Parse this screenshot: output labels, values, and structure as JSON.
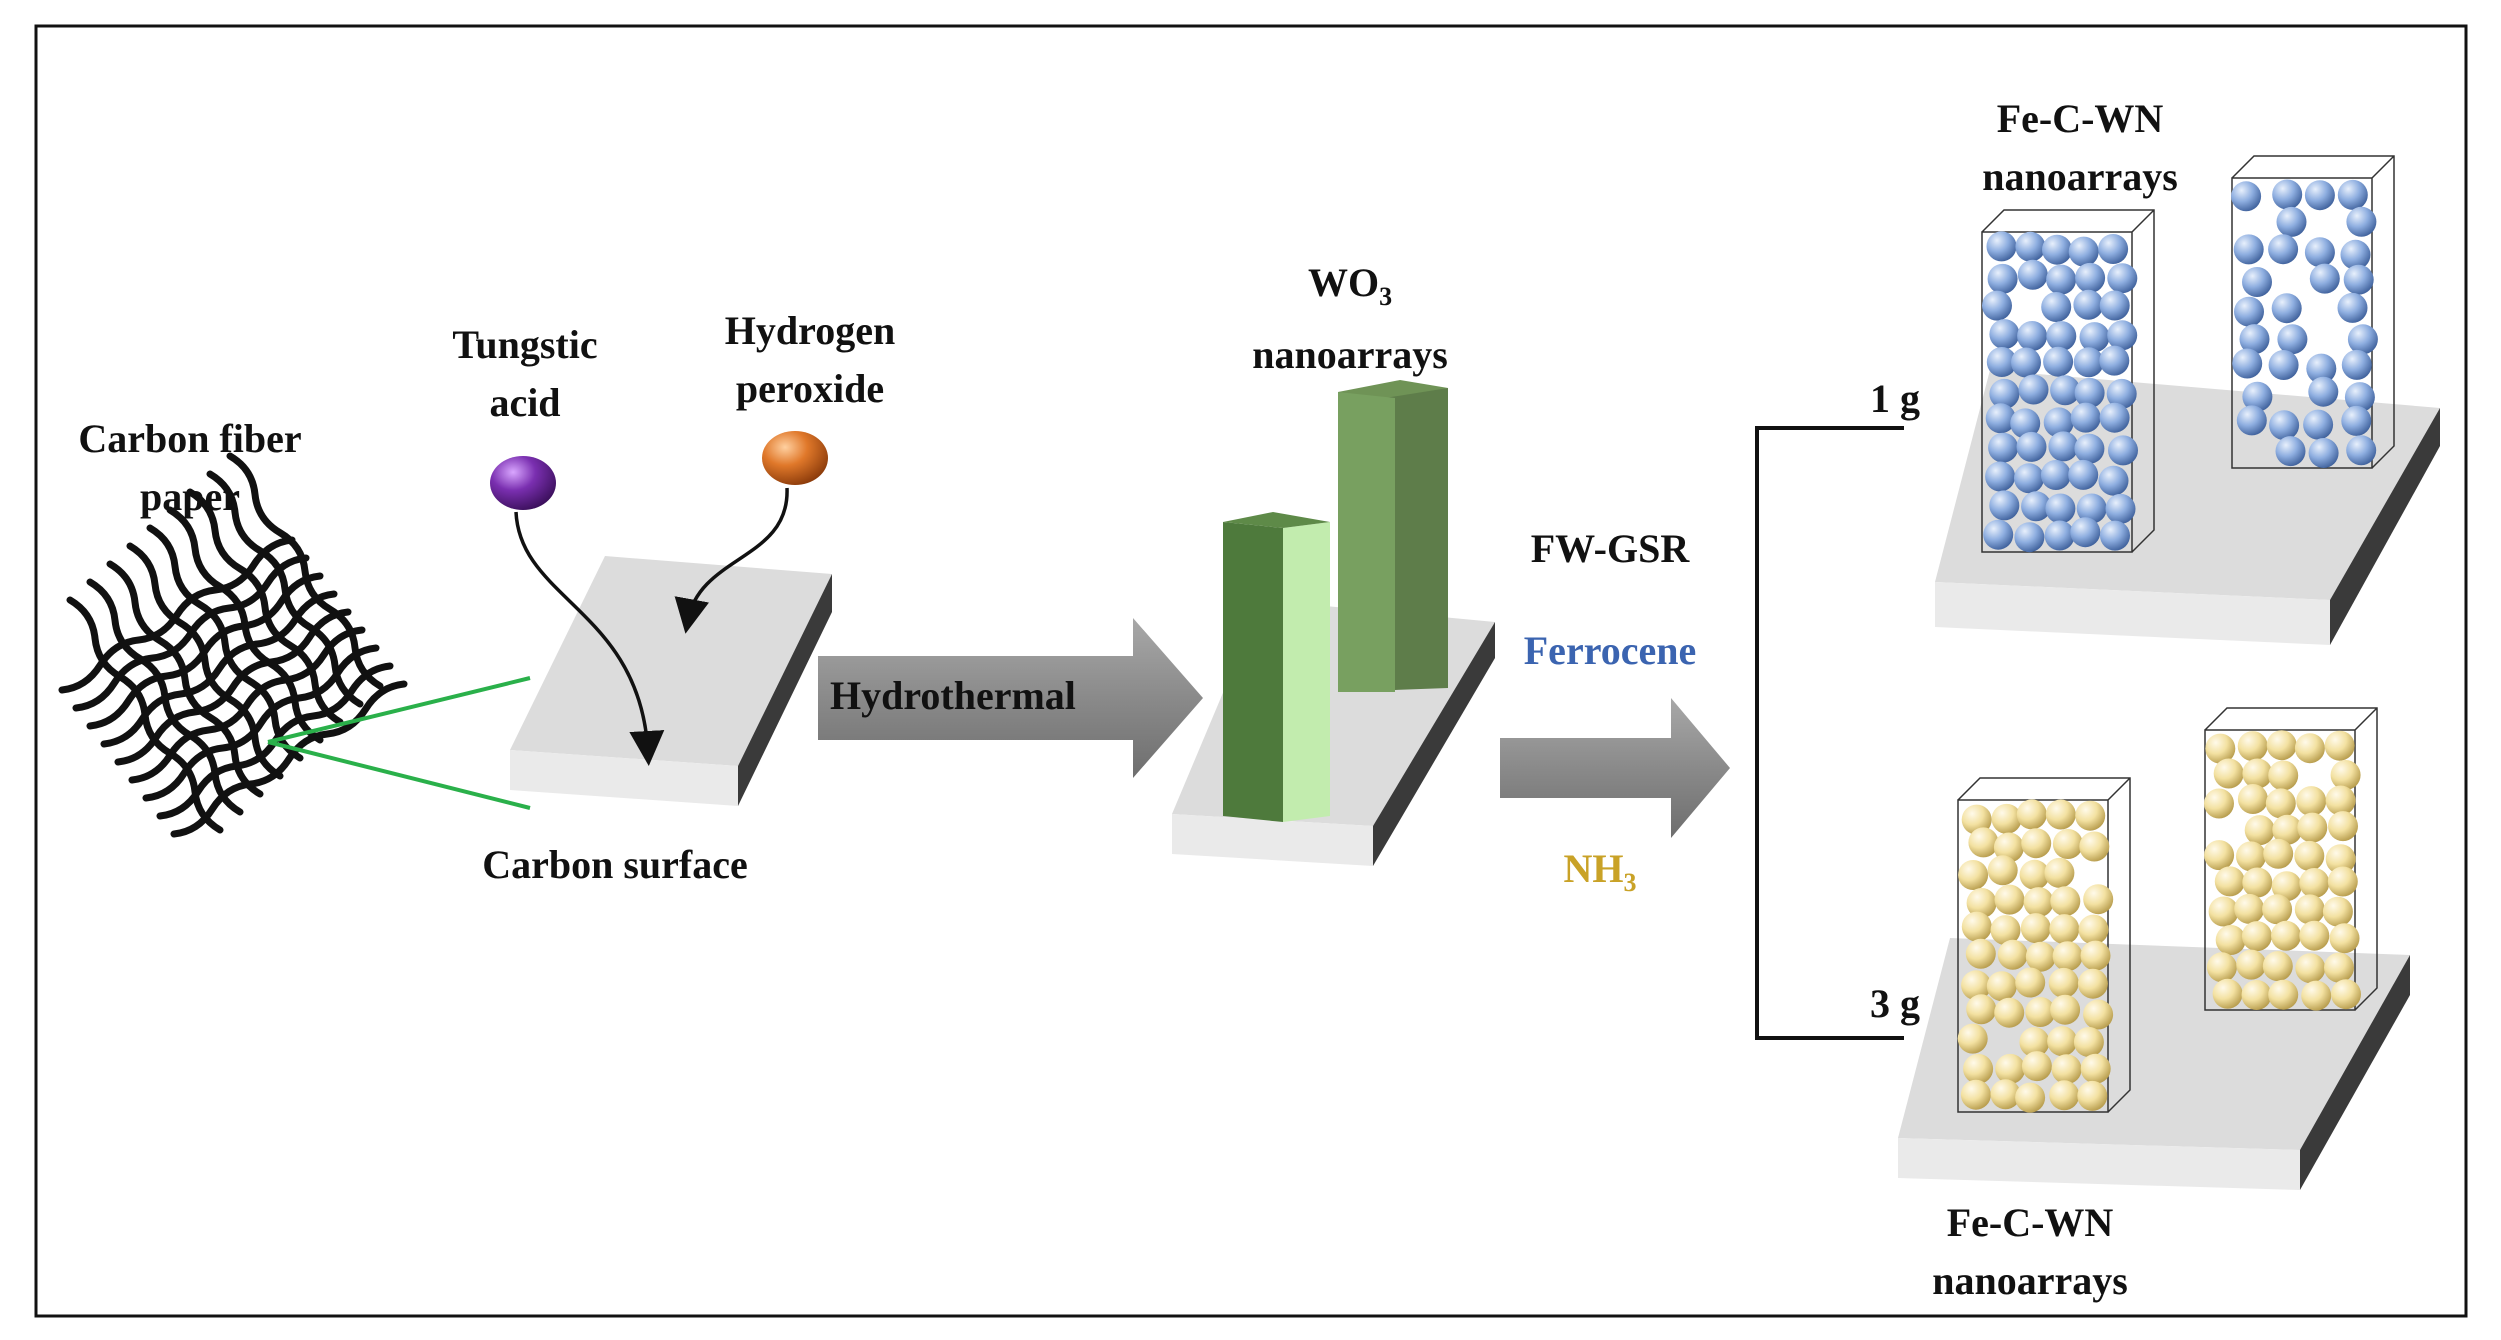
{
  "labels": {
    "carbon_fiber_paper": [
      "Carbon fiber",
      "paper"
    ],
    "tungstic_acid": [
      "Tungstic",
      "acid"
    ],
    "hydrogen_peroxide": [
      "Hydrogen",
      "peroxide"
    ],
    "carbon_surface": "Carbon surface",
    "hydrothermal": "Hydrothermal",
    "wo3": {
      "main": "WO",
      "sub": "3",
      "line2": "nanoarrays"
    },
    "fwgsr": "FW-GSR",
    "ferrocene": "Ferrocene",
    "nh3": {
      "main": "NH",
      "sub": "3"
    },
    "mass_1g": "1 g",
    "mass_3g": "3 g",
    "fe_c_wn_top": [
      "Fe-C-WN",
      "nanoarrays"
    ],
    "fe_c_wn_bottom": [
      "Fe-C-WN",
      "nanoarrays"
    ]
  },
  "colors": {
    "tungstic_acid_ball": "#7a2fb0",
    "hydrogen_peroxide_ball": "#e0782a",
    "ferrocene_text": "#3b64b0",
    "nh3_text": "#c9a227",
    "blue_sphere": "#8eaee0",
    "yellow_sphere": "#f3e1a1",
    "green_dark": "#5a7d45",
    "green_light": "#c2ecae",
    "fiber_lines": "#2ab04a"
  }
}
